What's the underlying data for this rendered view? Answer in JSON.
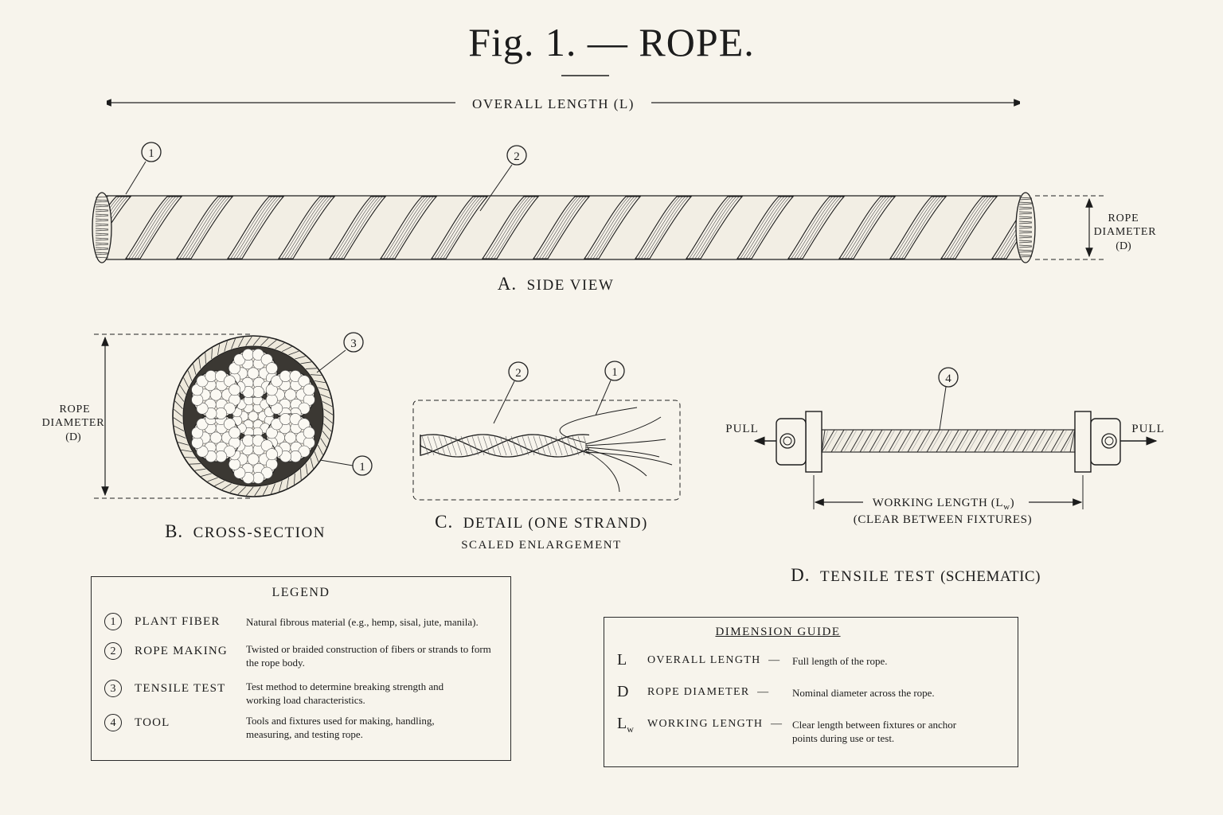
{
  "title": "Fig. 1. — ROPE.",
  "labels": {
    "overall_length": "OVERALL LENGTH (L)",
    "rope_diameter_line1": "ROPE",
    "rope_diameter_line2": "DIAMETER",
    "rope_diameter_line3": "(D)",
    "pull_left": "PULL",
    "pull_right": "PULL",
    "working_length": "WORKING LENGTH (L",
    "working_length_sub": "w",
    "working_length_close": ")",
    "clear_between": "(CLEAR BETWEEN FIXTURES)",
    "callouts": {
      "c1": "1",
      "c2": "2",
      "c3": "3",
      "c4": "4"
    }
  },
  "views": {
    "a": {
      "letter": "A.",
      "name": "SIDE VIEW"
    },
    "b": {
      "letter": "B.",
      "name": "CROSS-SECTION"
    },
    "c": {
      "letter": "C.",
      "name": "DETAIL (ONE STRAND)",
      "subtitle": "SCALED ENLARGEMENT"
    },
    "d": {
      "letter": "D.",
      "name": "TENSILE TEST",
      "note": "(SCHEMATIC)"
    }
  },
  "legend": {
    "title": "LEGEND",
    "items": [
      {
        "num": "1",
        "term": "PLANT FIBER",
        "desc": "Natural fibrous material (e.g., hemp, sisal, jute, manila)."
      },
      {
        "num": "2",
        "term": "ROPE MAKING",
        "desc": "Twisted or braided construction of fibers or strands to form the rope body."
      },
      {
        "num": "3",
        "term": "TENSILE TEST",
        "desc": "Test method to determine breaking strength and working load characteristics."
      },
      {
        "num": "4",
        "term": "TOOL",
        "desc": "Tools and fixtures used for making, handling, measuring, and testing rope."
      }
    ]
  },
  "dimension_guide": {
    "title": "DIMENSION GUIDE",
    "items": [
      {
        "sym": "L",
        "sub": "",
        "term": "OVERALL LENGTH",
        "dash": "—",
        "desc": "Full length of the rope."
      },
      {
        "sym": "D",
        "sub": "",
        "term": "ROPE DIAMETER",
        "dash": "—",
        "desc": "Nominal diameter across the rope."
      },
      {
        "sym": "L",
        "sub": "w",
        "term": "WORKING LENGTH",
        "dash": "—",
        "desc": "Clear length between fixtures or anchor points during use or test."
      }
    ]
  }
}
